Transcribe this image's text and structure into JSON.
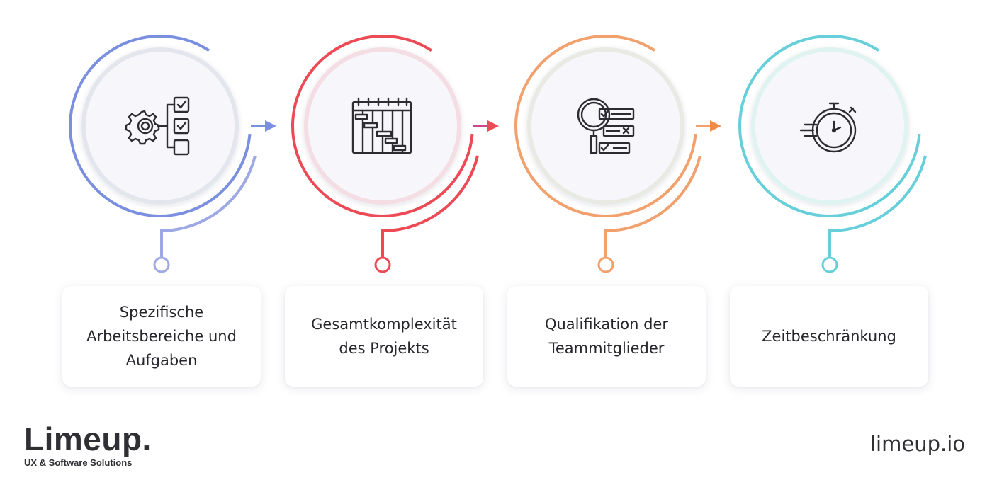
{
  "steps": [
    {
      "label": "Spezifische Arbeitsbereiche und Aufgaben",
      "color": "#7b8fe0",
      "icon": "gear-checklist-icon"
    },
    {
      "label": "Gesamtkomplexität des Projekts",
      "color": "#ec4a55",
      "icon": "gantt-calendar-icon"
    },
    {
      "label": "Qualifikation der Teammitglieder",
      "color": "#f2a06c",
      "icon": "magnifier-checklist-icon"
    },
    {
      "label": "Zeitbeschränkung",
      "color": "#66cfd9",
      "icon": "stopwatch-icon"
    }
  ],
  "brand": {
    "name": "Limeup.",
    "tagline": "UX & Software Solutions"
  },
  "url": "limeup.io"
}
